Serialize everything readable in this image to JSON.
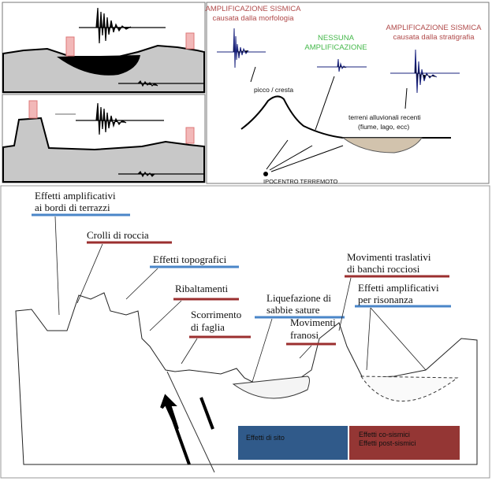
{
  "colors": {
    "blue": "#4a86c8",
    "red": "#9b2f2f",
    "legend_blue": "#305a8a",
    "legend_red": "#943634",
    "green": "#44b84a",
    "title_red": "#b04a4a",
    "ground": "#c8c8c8",
    "sediment": "#d2c3ad"
  },
  "top_right": {
    "morph_title": "AMPLIFICAZIONE SISMICA",
    "morph_sub": "causata dalla morfologia",
    "none_1": "NESSUNA",
    "none_2": "AMPLIFICAZIONE",
    "strat_title": "AMPLIFICAZIONE SISMICA",
    "strat_sub": "causata dalla stratigrafia",
    "peak": "picco / cresta",
    "alluvial_1": "terreni alluvionali recenti",
    "alluvial_2": "(fiume, lago, ecc)",
    "hypocenter": "IPOCENTRO TERREMOTO"
  },
  "labels": {
    "terraces_1": "Effetti amplificativi",
    "terraces_2": "ai bordi di terrazzi",
    "rockfall": "Crolli di roccia",
    "topo": "Effetti topografici",
    "toppling": "Ribaltamenti",
    "fault_1": "Scorrimento",
    "fault_2": "di faglia",
    "liq_1": "Liquefazione di",
    "liq_2": "sabbie sature",
    "landslide_1": "Movimenti",
    "landslide_2": "franosi",
    "transl_1": "Movimenti traslativi",
    "transl_2": "di banchi rocciosi",
    "reson_1": "Effetti amplificativi",
    "reson_2": "per risonanza"
  },
  "legend": {
    "site": "Effetti di sito",
    "co_1": "Effetti co-sismici",
    "co_2": "Effetti post-sismici"
  }
}
